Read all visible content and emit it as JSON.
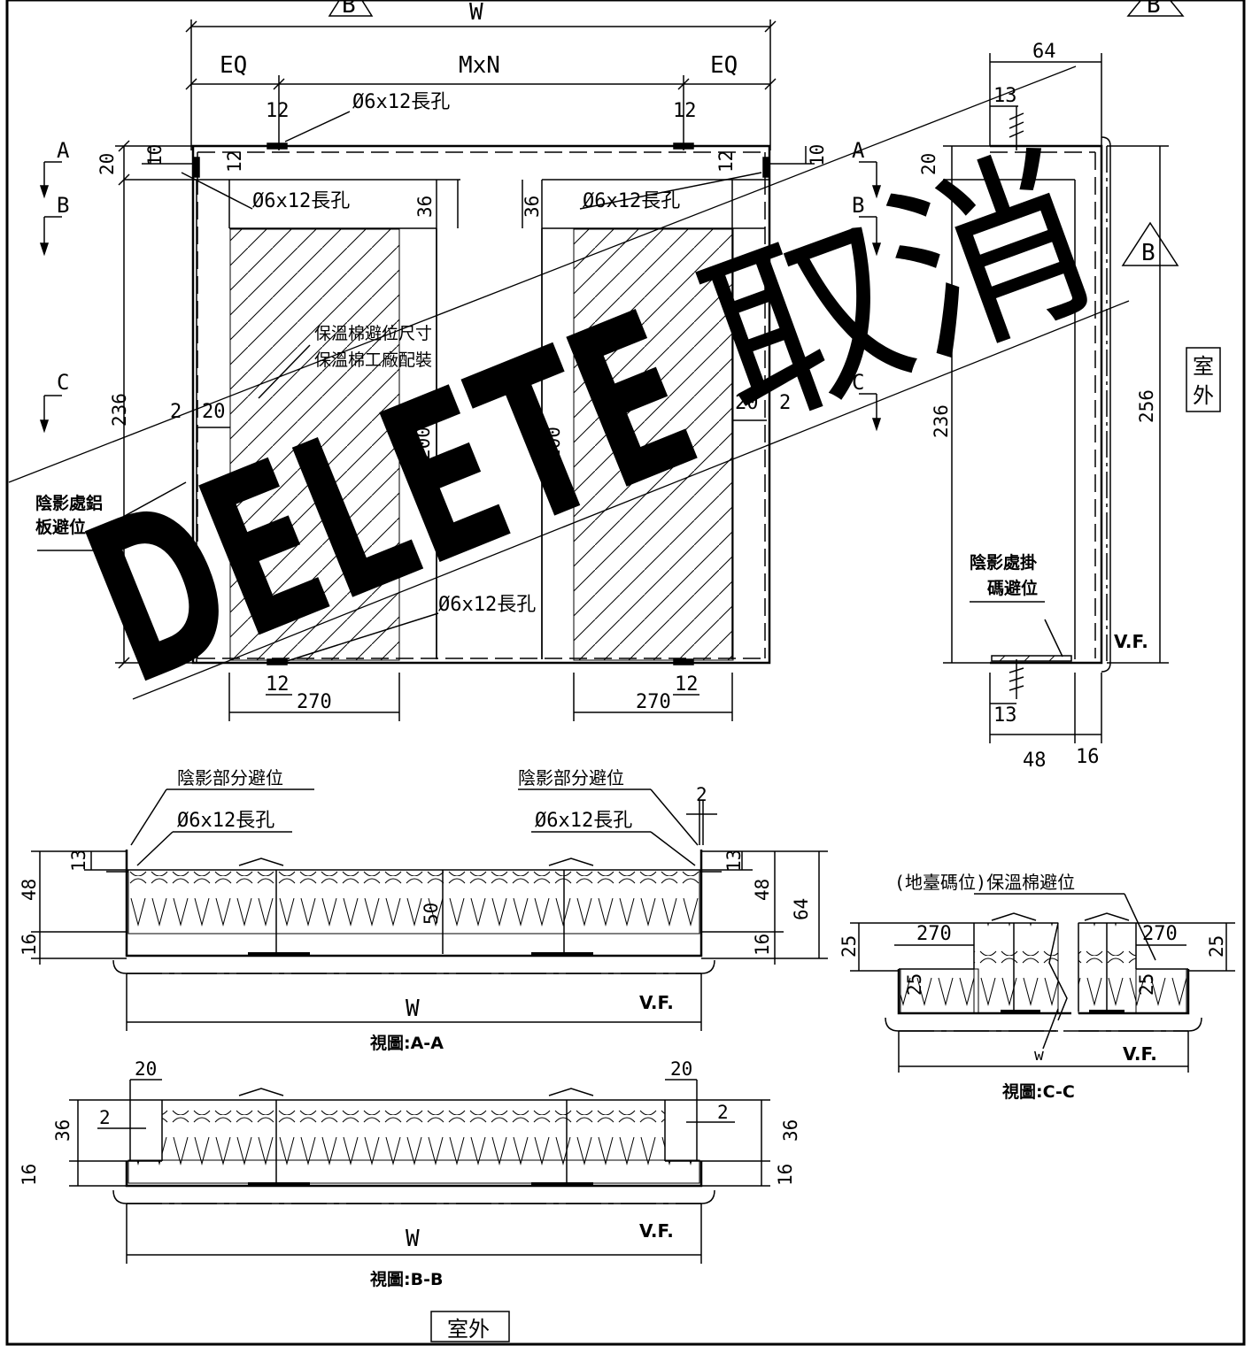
{
  "labels": {
    "W": "W",
    "EQ": "EQ",
    "MxN": "MxN",
    "slot": "Ø6x12長孔",
    "A": "A",
    "B": "B",
    "C": "C",
    "d64": "64",
    "d13": "13",
    "d12": "12",
    "d10": "10",
    "d20": "20",
    "d36": "36",
    "d236": "236",
    "d256": "256",
    "d2": "2",
    "d200": "200",
    "d270": "270",
    "d48": "48",
    "d16": "16",
    "d50": "50",
    "d25": "25",
    "insul_clear": "保溫棉避位尺寸",
    "insul_factory": "保溫棉工廠配裝",
    "shade_al_1": "陰影處鋁",
    "shade_al_2": "板避位",
    "shade_clip_1": "陰影處掛",
    "shade_clip_2": "碼避位",
    "shade_part": "陰影部分避位",
    "vf": "V.F.",
    "outdoor_1": "室",
    "outdoor_2": "外",
    "outdoor": "室外",
    "cc_note": "(地臺碼位)保溫棉避位",
    "w_small": "w",
    "view_aa": "視圖:A-A",
    "view_bb": "視圖:B-B",
    "view_cc": "視圖:C-C",
    "stamp_delete": "DELETE",
    "stamp_cancel": "取消",
    "rev": "B"
  }
}
